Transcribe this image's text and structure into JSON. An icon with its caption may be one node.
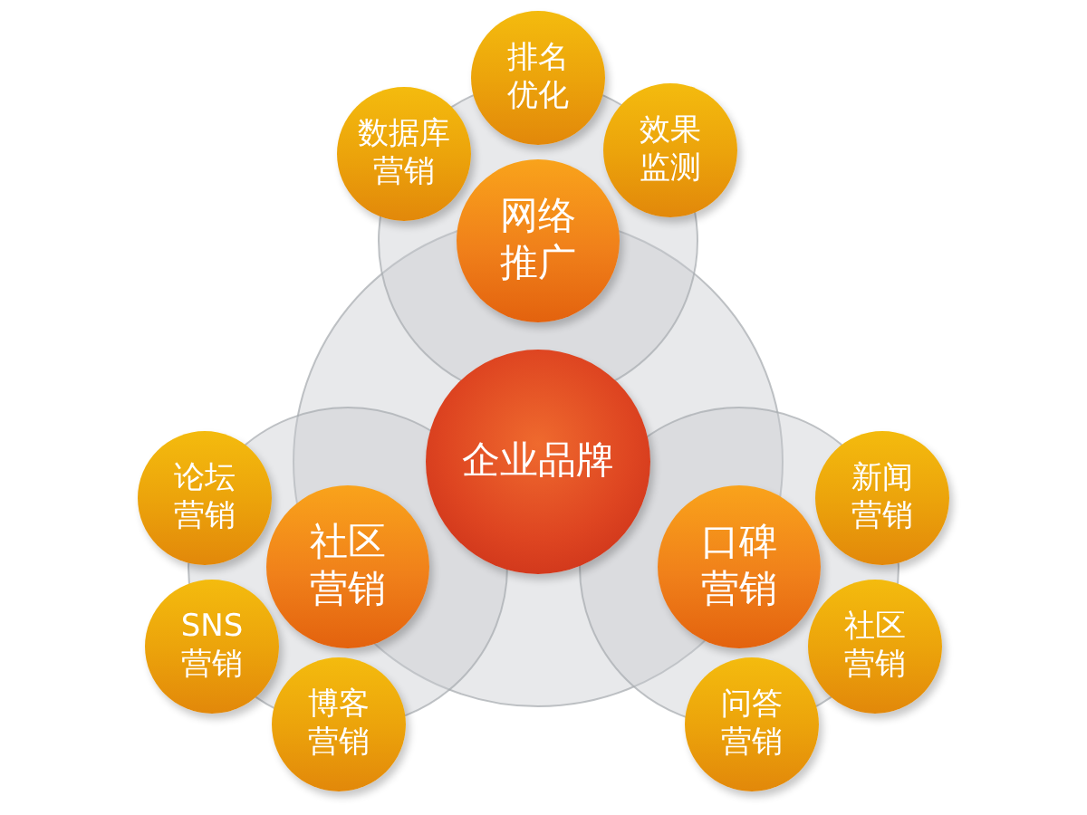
{
  "diagram": {
    "nodes": [
      {
        "text": [
          "排名优化"
        ]
      },
      {
        "text": [
          "数据库营销"
        ]
      },
      {
        "text": [
          "效果监测"
        ]
      },
      {
        "text": [
          "网络推广"
        ]
      },
      {
        "text": [
          "企业品牌"
        ]
      },
      {
        "text": [
          "论坛营销"
        ]
      },
      {
        "text": [
          "社区营销"
        ]
      },
      {
        "text": [
          "口碑营销"
        ]
      },
      {
        "text": [
          "新闻营销"
        ]
      },
      {
        "text": [
          "SNS营销"
        ]
      },
      {
        "text": [
          "社区营销"
        ]
      },
      {
        "text": [
          "博客营销"
        ]
      },
      {
        "text": [
          "问答营销"
        ]
      }
    ]
  }
}
